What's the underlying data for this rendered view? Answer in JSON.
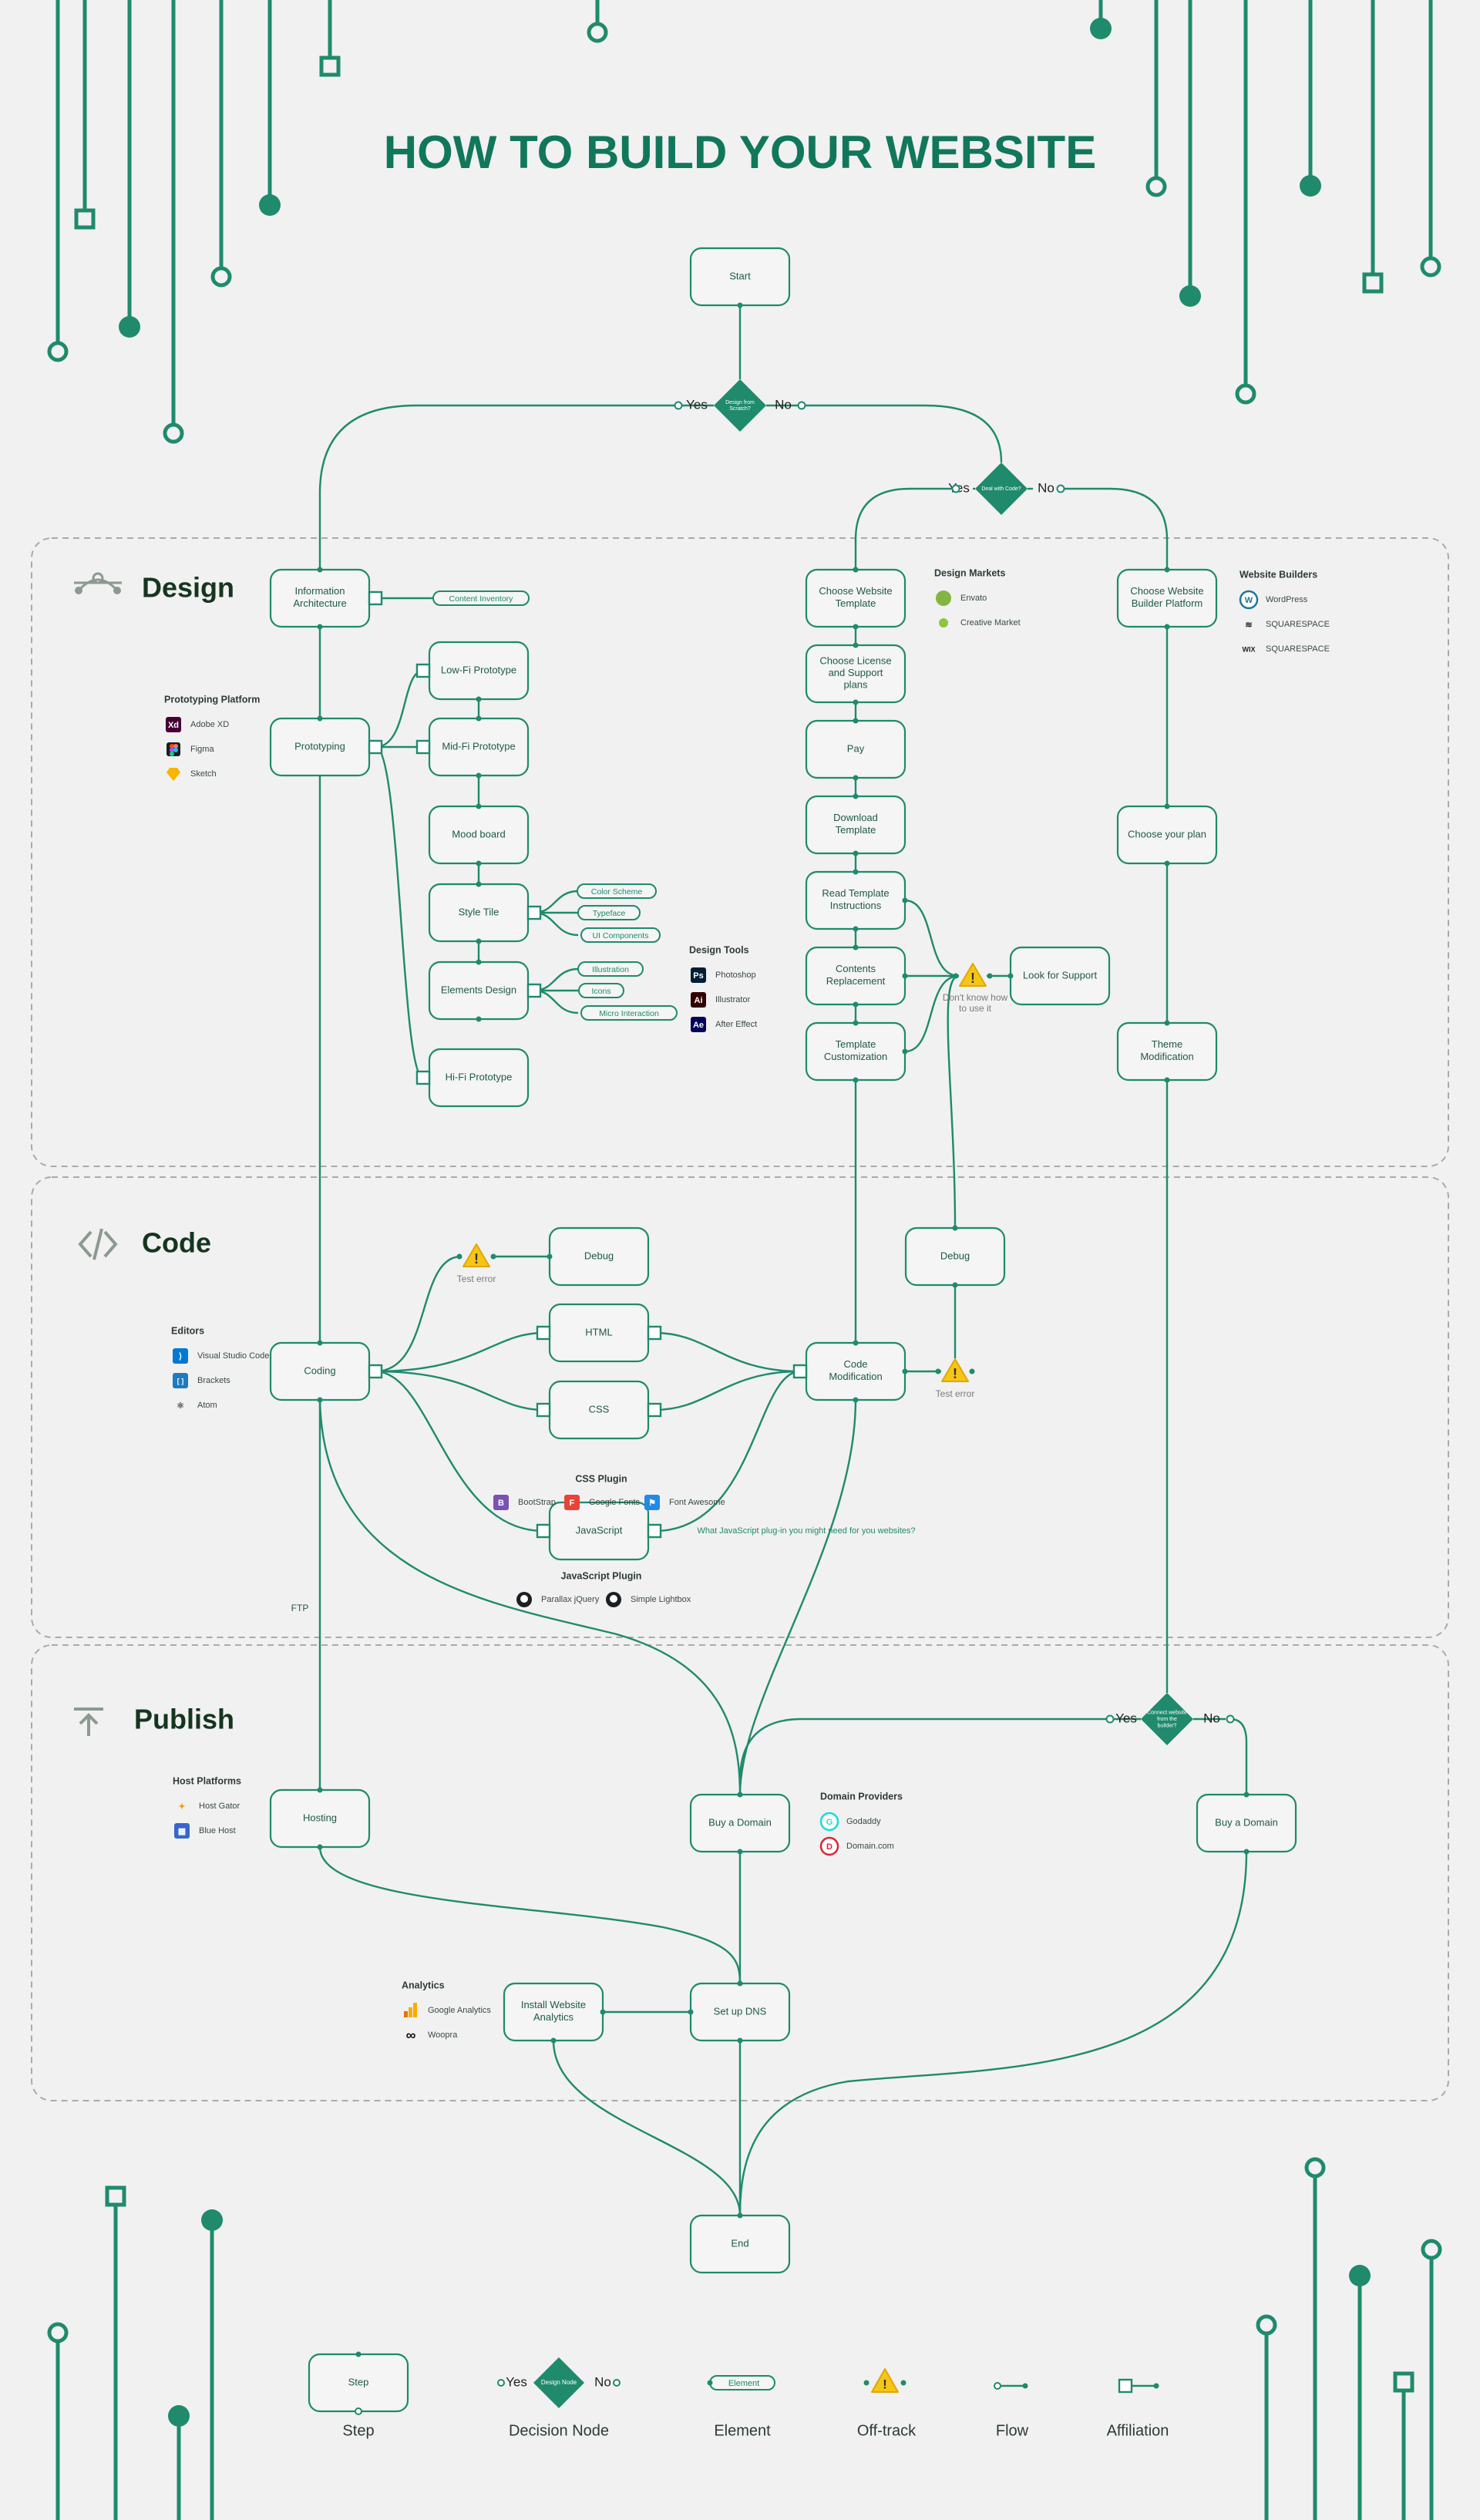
{
  "title": "HOW TO BUILD YOUR WEBSITE",
  "colors": {
    "teal": "#1f8a6c",
    "title": "#11775a",
    "dark_green": "#16351f",
    "box_text": "#1f5a44",
    "background": "#f1f1f1",
    "warning": "#f5c518",
    "gray_icon": "#8a9a90"
  },
  "sections": {
    "design": "Design",
    "code": "Code",
    "publish": "Publish"
  },
  "section_icons": {
    "design": "pen-tool-icon",
    "code": "code-brackets-icon",
    "publish": "upload-icon"
  },
  "nodes": {
    "start": "Start",
    "info_arch": "Information Architecture",
    "prototyping": "Prototyping",
    "low_fi": "Low-Fi Prototype",
    "mid_fi": "Mid-Fi Prototype",
    "mood_board": "Mood board",
    "style_tile": "Style Tile",
    "elements_design": "Elements Design",
    "hi_fi": "Hi-Fi Prototype",
    "choose_template": "Choose Website Template",
    "choose_license": "Choose License and Support plans",
    "pay": "Pay",
    "download_template": "Download Template",
    "read_instructions": "Read Template Instructions",
    "contents_replacement": "Contents Replacement",
    "template_customization": "Template Customization",
    "look_support": "Look for Support",
    "choose_builder": "Choose Website Builder Platform",
    "choose_plan": "Choose your plan",
    "theme_modification": "Theme Modification",
    "debug_left": "Debug",
    "debug_right": "Debug",
    "coding": "Coding",
    "html": "HTML",
    "css": "CSS",
    "javascript": "JavaScript",
    "code_modification": "Code Modification",
    "hosting": "Hosting",
    "buy_domain_center": "Buy a Domain",
    "buy_domain_right": "Buy a Domain",
    "setup_dns": "Set up DNS",
    "install_analytics": "Install Website Analytics",
    "end": "End"
  },
  "decisions": {
    "design_scratch": "Design from Scratch?",
    "deal_code": "Deal with Code?",
    "connect_builder": "Connect website from the builder?",
    "yes": "Yes",
    "no": "No"
  },
  "pills": {
    "content_inventory": "Content Inventory",
    "color_scheme": "Color Scheme",
    "typeface": "Typeface",
    "ui_components": "UI Components",
    "illustration": "Illustration",
    "icons": "Icons",
    "micro_interaction": "Micro Interaction"
  },
  "notes": {
    "dont_know": "Don't know how to use it",
    "test_error_left": "Test error",
    "test_error_right": "Test error",
    "js_question": "What JavaScript plug-in you might need for you websites?",
    "ftp": "FTP"
  },
  "groups": {
    "prototyping_platform": {
      "title": "Prototyping Platform",
      "items": [
        {
          "label": "Adobe XD",
          "icon": "adobe-xd-icon",
          "color": "#470137",
          "glyph": "Xd"
        },
        {
          "label": "Figma",
          "icon": "figma-icon",
          "color": "#1e1e1e",
          "glyph": ""
        },
        {
          "label": "Sketch",
          "icon": "sketch-icon",
          "color": "#f7b500",
          "glyph": ""
        }
      ]
    },
    "design_markets": {
      "title": "Design Markets",
      "items": [
        {
          "label": "Envato",
          "icon": "envato-icon",
          "color": "#82b541",
          "glyph": ""
        },
        {
          "label": "Creative Market",
          "icon": "creative-market-icon",
          "color": "#8dc63f",
          "glyph": ""
        }
      ]
    },
    "website_builders": {
      "title": "Website Builders",
      "items": [
        {
          "label": "WordPress",
          "icon": "wordpress-icon",
          "color": "#21759b",
          "glyph": "W"
        },
        {
          "label": "SQUARESPACE",
          "icon": "squarespace-icon",
          "color": "#222222",
          "glyph": "≋"
        },
        {
          "label": "SQUARESPACE",
          "icon": "wix-icon",
          "color": "#222222",
          "glyph": "WIX"
        }
      ]
    },
    "design_tools": {
      "title": "Design Tools",
      "items": [
        {
          "label": "Photoshop",
          "icon": "photoshop-icon",
          "color": "#001e36",
          "glyph": "Ps"
        },
        {
          "label": "Illustrator",
          "icon": "illustrator-icon",
          "color": "#330000",
          "glyph": "Ai"
        },
        {
          "label": "After Effect",
          "icon": "after-effects-icon",
          "color": "#00005b",
          "glyph": "Ae"
        }
      ]
    },
    "editors": {
      "title": "Editors",
      "items": [
        {
          "label": "Visual Studio Code",
          "icon": "vscode-icon",
          "color": "#0078d4",
          "glyph": "⟩"
        },
        {
          "label": "Brackets",
          "icon": "brackets-icon",
          "color": "#1d7bbf",
          "glyph": "[ ]"
        },
        {
          "label": "Atom",
          "icon": "atom-icon",
          "color": "#66595c",
          "glyph": "⚛"
        }
      ]
    },
    "css_plugin": {
      "title": "CSS Plugin",
      "items": [
        {
          "label": "BootStrap",
          "icon": "bootstrap-icon",
          "color": "#7952b3",
          "glyph": "B"
        },
        {
          "label": "Google Fonts",
          "icon": "google-fonts-icon",
          "color": "#ea4335",
          "glyph": "F"
        },
        {
          "label": "Font Awesome",
          "icon": "font-awesome-icon",
          "color": "#228ae6",
          "glyph": "⚑"
        }
      ]
    },
    "js_plugin": {
      "title": "JavaScript Plugin",
      "items": [
        {
          "label": "Parallax jQuery",
          "icon": "github-icon",
          "color": "#1b1f23",
          "glyph": ""
        },
        {
          "label": "Simple Lightbox",
          "icon": "github-icon",
          "color": "#1b1f23",
          "glyph": ""
        }
      ]
    },
    "host_platforms": {
      "title": "Host Platforms",
      "items": [
        {
          "label": "Host Gator",
          "icon": "hostgator-icon",
          "color": "#f4a300",
          "glyph": "✦"
        },
        {
          "label": "Blue Host",
          "icon": "bluehost-icon",
          "color": "#3666cc",
          "glyph": "▦"
        }
      ]
    },
    "domain_providers": {
      "title": "Domain Providers",
      "items": [
        {
          "label": "Godaddy",
          "icon": "godaddy-icon",
          "color": "#1bdbdb",
          "glyph": "G"
        },
        {
          "label": "Domain.com",
          "icon": "domain-com-icon",
          "color": "#d7263d",
          "glyph": "D"
        }
      ]
    },
    "analytics": {
      "title": "Analytics",
      "items": [
        {
          "label": "Google Analytics",
          "icon": "google-analytics-icon",
          "color": "#f9ab00",
          "glyph": ""
        },
        {
          "label": "Woopra",
          "icon": "woopra-icon",
          "color": "#111111",
          "glyph": "∞"
        }
      ]
    }
  },
  "legend": {
    "step": "Step",
    "decision_node": "Decision Node",
    "decision_text": "Design Node",
    "element": "Element",
    "off_track": "Off-track",
    "flow": "Flow",
    "affiliation": "Affiliation",
    "yes": "Yes",
    "no": "No"
  }
}
